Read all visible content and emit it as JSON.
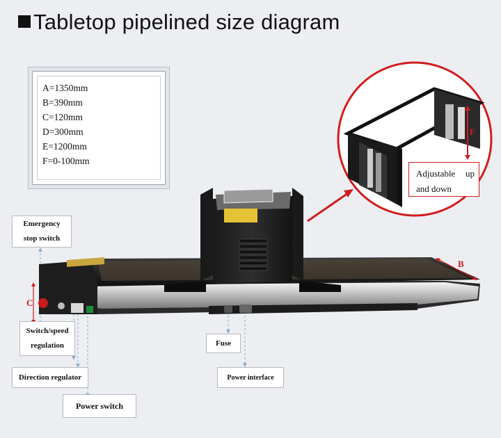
{
  "title": "Tabletop pipelined size diagram",
  "dimensions": [
    "A=1350mm",
    "B=390mm",
    "C=120mm",
    "D=300mm",
    "E=1200mm",
    "F=0-100mm"
  ],
  "labels": {
    "emergency_line1": "Emergency",
    "emergency_line2": "stop switch",
    "switch_speed_line1": "Switch/speed",
    "switch_speed_line2": "regulation",
    "direction": "Direction regulator",
    "power_switch": "Power switch",
    "fuse": "Fuse",
    "power_interface": "Power interface"
  },
  "callout": {
    "line1_a": "Adjustable",
    "line1_b": "up",
    "line2": "and down"
  },
  "dim_letters": {
    "b": "B",
    "c": "C",
    "f": "F"
  },
  "colors": {
    "accent": "#d21c1c",
    "leader": "#8aaed0"
  }
}
